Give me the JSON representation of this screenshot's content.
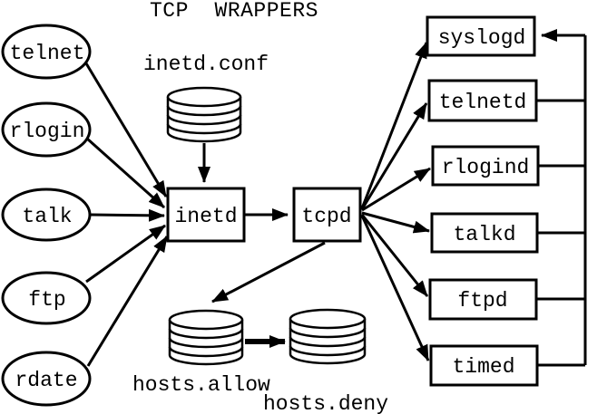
{
  "title": "TCP  WRAPPERS",
  "clients": [
    "telnet",
    "rlogin",
    "talk",
    "ftp",
    "rdate"
  ],
  "dispatcher": "inetd",
  "wrapper": "tcpd",
  "daemons": [
    "syslogd",
    "telnetd",
    "rlogind",
    "talkd",
    "ftpd",
    "timed"
  ],
  "files": {
    "config": "inetd.conf",
    "allow": "hosts.allow",
    "deny": "hosts.deny"
  },
  "icons": {
    "config_db": "database-cylinder-icon",
    "allow_db": "database-cylinder-icon",
    "deny_db": "database-cylinder-icon"
  },
  "colors": {
    "ink": "#000000",
    "background": "#ffffff"
  }
}
